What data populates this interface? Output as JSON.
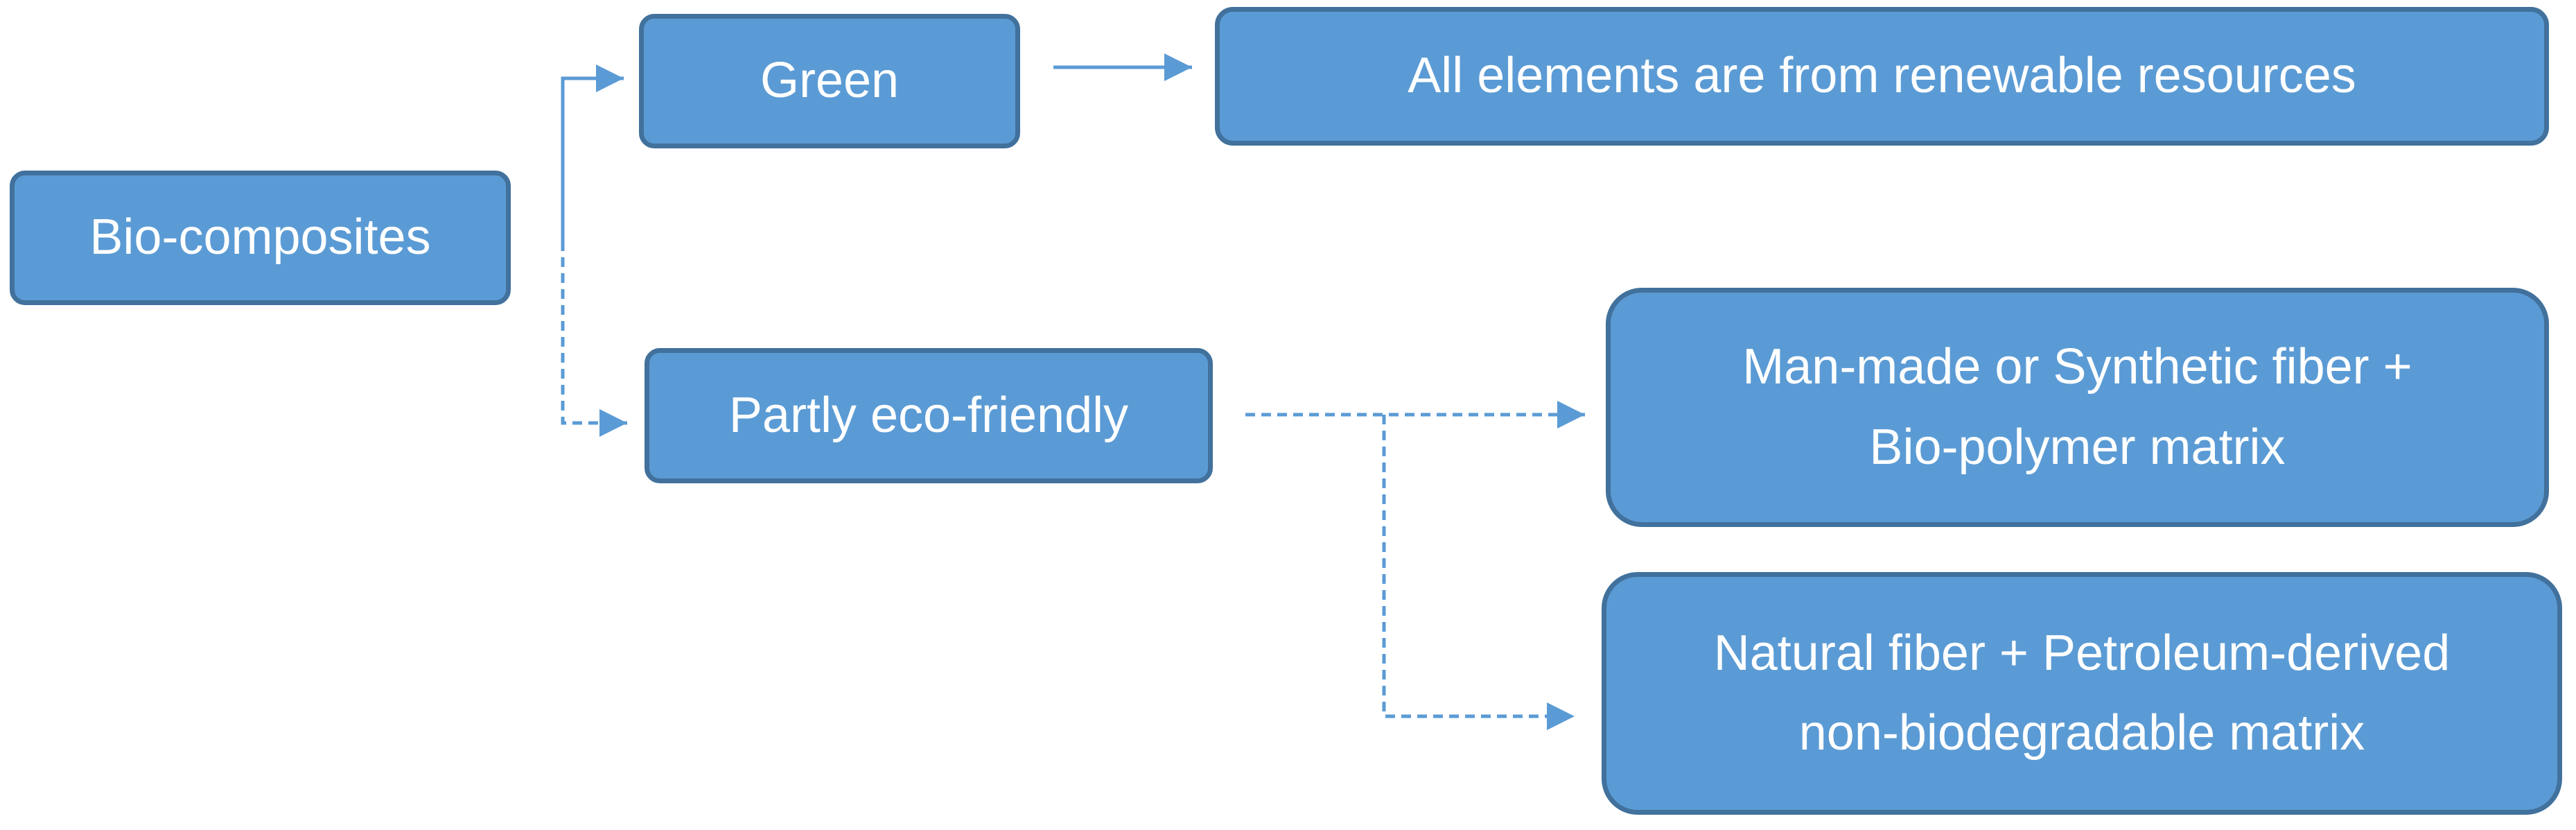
{
  "diagram": {
    "colors": {
      "node_fill": "#5b9bd5",
      "node_border": "#41719c",
      "node_text": "#ffffff",
      "connector": "#5b9bd5"
    },
    "nodes": {
      "bio_composites": "Bio-composites",
      "green": "Green",
      "partly_eco_friendly": "Partly eco-friendly",
      "renewable": "All elements are from renewable resources",
      "synthetic": "Man-made or Synthetic fiber +\nBio-polymer matrix",
      "natural": "Natural fiber + Petroleum-derived\nnon-biodegradable matrix"
    },
    "connectors": [
      {
        "from": "bio_composites",
        "to": "green",
        "style": "solid"
      },
      {
        "from": "bio_composites",
        "to": "partly_eco_friendly",
        "style": "dashed"
      },
      {
        "from": "green",
        "to": "renewable",
        "style": "solid"
      },
      {
        "from": "partly_eco_friendly",
        "to": "synthetic",
        "style": "dashed"
      },
      {
        "from": "partly_eco_friendly",
        "to": "natural",
        "style": "dashed"
      }
    ]
  }
}
